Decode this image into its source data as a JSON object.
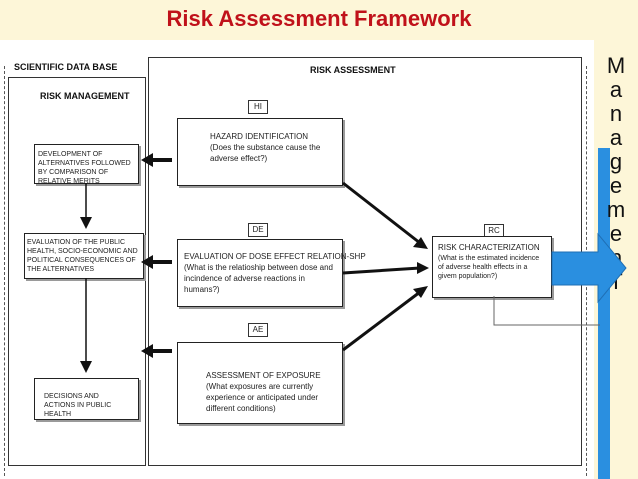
{
  "slide": {
    "title": "Risk Assessment Framework",
    "vertical_text": [
      "M",
      "a",
      "n",
      "a",
      "g",
      "e",
      "m",
      "e",
      "n",
      "T"
    ],
    "accent_colors": {
      "title": "#c0111a",
      "arrow": "#2a8fe0",
      "background": "#fdf6d8"
    }
  },
  "diagram": {
    "left_header": "SCIENTIFIC DATA BASE",
    "risk_assessment_header": "RISK ASSESSMENT",
    "risk_management_header": "RISK MANAGEMENT",
    "management_boxes": [
      {
        "label": "DEVELOPMENT OF ALTERNATIVES FOLLOWED BY COMPARISON OF RELATIVE MERITS"
      },
      {
        "label": "EVALUATION OF THE PUBLIC HEALTH, SOCIO-ECONOMIC AND POLITICAL CONSEQUENCES OF THE ALTERNATIVES"
      },
      {
        "label": "DECISIONS AND ACTIONS IN PUBLIC HEALTH"
      }
    ],
    "assessment_boxes": [
      {
        "tag": "HI",
        "title": "HAZARD IDENTIFICATION",
        "body": "(Does the substance cause the adverse effect?)"
      },
      {
        "tag": "DE",
        "title": "EVALUATION OF DOSE EFFECT RELATION-SHP",
        "body": "(What is the relatioship between dose and incindence of adverse reactions in humans?)"
      },
      {
        "tag": "AE",
        "title": "ASSESSMENT OF EXPOSURE",
        "body": "(What exposures are currently experience or anticipated under different conditions)"
      }
    ],
    "characterization": {
      "tag": "RC",
      "title": "RISK CHARACTERIZATION",
      "body": "(What is the estimated incidence of adverse health effects in a givem population?)"
    }
  }
}
